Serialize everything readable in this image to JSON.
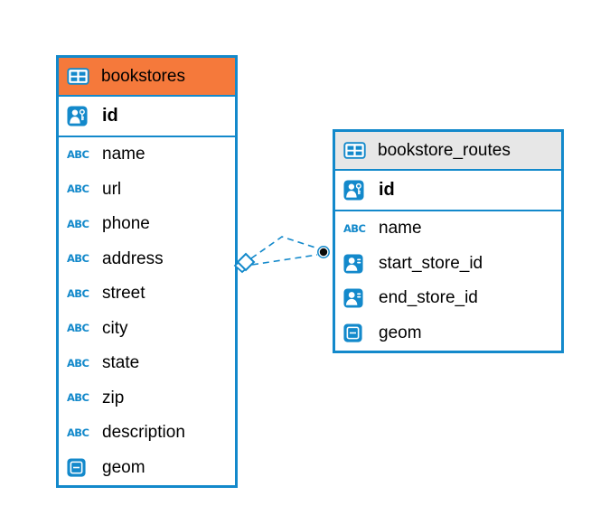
{
  "diagram": {
    "colors": {
      "accent_blue": "#1389CB",
      "selected_header_orange": "#F5793B",
      "header_gray": "#E7E7E7"
    },
    "icons": {
      "text_type_label": "ABC"
    },
    "tables": [
      {
        "name": "bookstores",
        "header_style": "selected-orange",
        "pk": {
          "label": "id",
          "icon": "primary-key-icon"
        },
        "columns": [
          {
            "label": "name",
            "icon": "text-type-icon"
          },
          {
            "label": "url",
            "icon": "text-type-icon"
          },
          {
            "label": "phone",
            "icon": "text-type-icon"
          },
          {
            "label": "address",
            "icon": "text-type-icon"
          },
          {
            "label": "street",
            "icon": "text-type-icon"
          },
          {
            "label": "city",
            "icon": "text-type-icon"
          },
          {
            "label": "state",
            "icon": "text-type-icon"
          },
          {
            "label": "zip",
            "icon": "text-type-icon"
          },
          {
            "label": "description",
            "icon": "text-type-icon"
          },
          {
            "label": "geom",
            "icon": "geometry-type-icon"
          }
        ]
      },
      {
        "name": "bookstore_routes",
        "header_style": "gray",
        "pk": {
          "label": "id",
          "icon": "primary-key-icon"
        },
        "columns": [
          {
            "label": "name",
            "icon": "text-type-icon"
          },
          {
            "label": "start_store_id",
            "icon": "fk-column-icon"
          },
          {
            "label": "end_store_id",
            "icon": "fk-column-icon"
          },
          {
            "label": "geom",
            "icon": "geometry-type-icon"
          }
        ]
      }
    ],
    "relationship": {
      "from_table": "bookstores",
      "to_table": "bookstore_routes",
      "line_style": "dashed",
      "line_count": 2,
      "from_marker": "diamond",
      "to_marker": "dot"
    }
  }
}
